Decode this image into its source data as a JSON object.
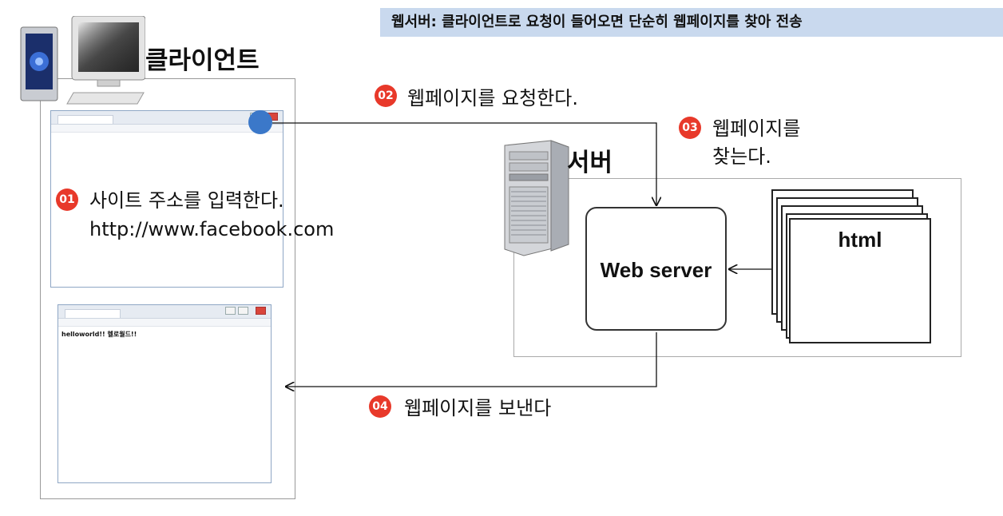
{
  "banner": {
    "text": "웹서버: 클라이언트로 요청이 들어오면 단순히 웹페이지를 찾아 전송"
  },
  "client": {
    "title": "클라이언트"
  },
  "server": {
    "title": "서버",
    "web_server_label": "Web server",
    "html_label": "html"
  },
  "steps": [
    {
      "number": "01",
      "line1": "사이트 주소를 입력한다.",
      "line2": "http://www.facebook.com"
    },
    {
      "number": "02",
      "line1": "웹페이지를 요청한다."
    },
    {
      "number": "03",
      "line1": "웹페이지를",
      "line2": "찾는다."
    },
    {
      "number": "04",
      "line1": "웹페이지를 보낸다"
    }
  ],
  "browser_result": {
    "content_text": "helloworld!! 헬로월드!!"
  },
  "colors": {
    "banner_bg": "#c9d9ee",
    "badge": "#e8392a",
    "click_dot": "#3b78c9"
  }
}
